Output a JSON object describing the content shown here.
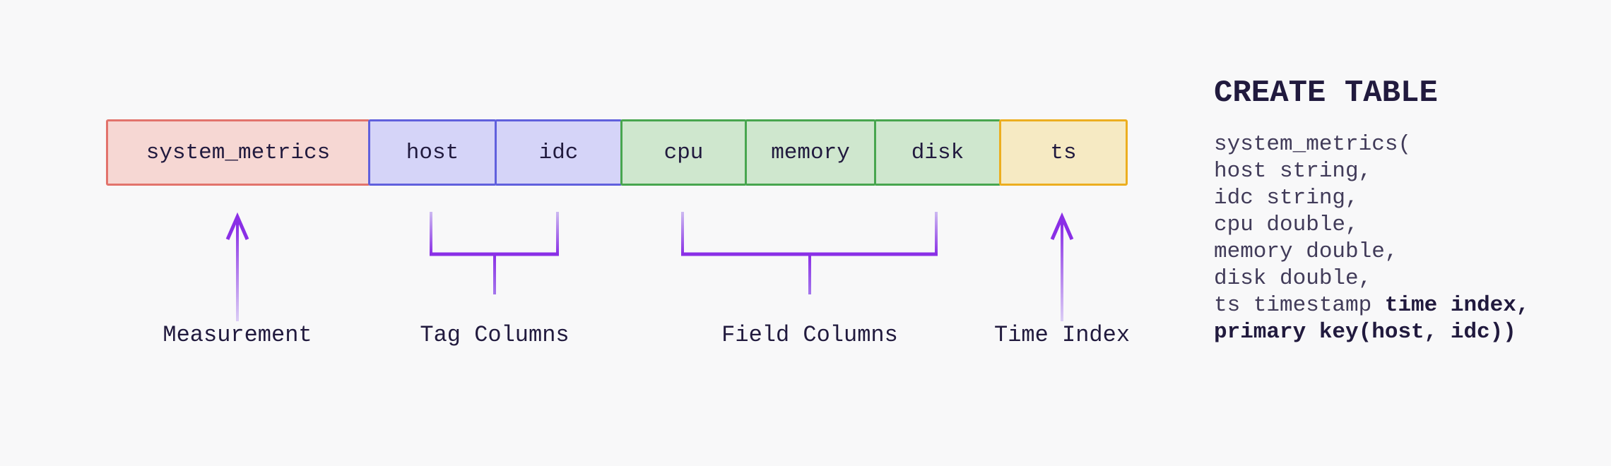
{
  "diagram": {
    "boxes": [
      {
        "label": "system_metrics",
        "category": "measurement"
      },
      {
        "label": "host",
        "category": "tag"
      },
      {
        "label": "idc",
        "category": "tag"
      },
      {
        "label": "cpu",
        "category": "field"
      },
      {
        "label": "memory",
        "category": "field"
      },
      {
        "label": "disk",
        "category": "field"
      },
      {
        "label": "ts",
        "category": "time-index"
      }
    ],
    "annotations": [
      {
        "id": "measurement",
        "label": "Measurement"
      },
      {
        "id": "tag-columns",
        "label": "Tag Columns"
      },
      {
        "id": "field-columns",
        "label": "Field Columns"
      },
      {
        "id": "time-index",
        "label": "Time Index"
      }
    ],
    "colors": {
      "background": "#f8f8f9",
      "measurement_fill": "#f6d7d3",
      "measurement_border": "#e2736c",
      "tag_fill": "#d5d4f8",
      "tag_border": "#6060dd",
      "field_fill": "#cfe7ce",
      "field_border": "#48a64f",
      "time_fill": "#f6eac3",
      "time_border": "#ecae20",
      "connector": "#8a2fe6",
      "text": "#211a3e"
    }
  },
  "sql": {
    "title": "CREATE TABLE",
    "lines": [
      {
        "text": "system_metrics("
      },
      {
        "text": "host string,"
      },
      {
        "text": "idc string,"
      },
      {
        "text": "cpu double,"
      },
      {
        "text": "memory double,"
      },
      {
        "text": "disk double,"
      },
      {
        "text": "ts timestamp ",
        "bold": "time index,"
      },
      {
        "text": "",
        "bold": "primary key(host, idc))"
      }
    ]
  }
}
